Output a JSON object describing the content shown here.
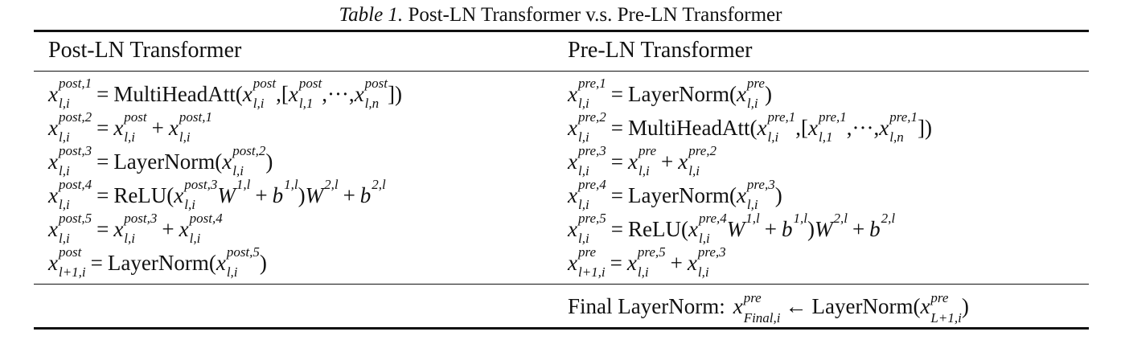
{
  "caption": {
    "label": "Table 1.",
    "text": "Post-LN Transformer v.s. Pre-LN Transformer"
  },
  "table": {
    "headers": [
      "Post-LN Transformer",
      "Pre-LN Transformer"
    ],
    "post_ln": [
      "x_{l,i}^{post,1} = MultiHeadAtt(x_{l,i}^{post}, [x_{l,1}^{post}, ···, x_{l,n}^{post}])",
      "x_{l,i}^{post,2} = x_{l,i}^{post} + x_{l,i}^{post,1}",
      "x_{l,i}^{post,3} = LayerNorm(x_{l,i}^{post,2})",
      "x_{l,i}^{post,4} = ReLU(x_{l,i}^{post,3} W^{1,l} + b^{1,l}) W^{2,l} + b^{2,l}",
      "x_{l,i}^{post,5} = x_{l,i}^{post,3} + x_{l,i}^{post,4}",
      "x_{l+1,i}^{post} = LayerNorm(x_{l,i}^{post,5})"
    ],
    "pre_ln": [
      "x_{l,i}^{pre,1} = LayerNorm(x_{l,i}^{pre})",
      "x_{l,i}^{pre,2} = MultiHeadAtt(x_{l,i}^{pre,1}, [x_{l,1}^{pre,1}, ···, x_{l,n}^{pre,1}])",
      "x_{l,i}^{pre,3} = x_{l,i}^{pre} + x_{l,i}^{pre,2}",
      "x_{l,i}^{pre,4} = LayerNorm(x_{l,i}^{pre,3})",
      "x_{l,i}^{pre,5} = ReLU(x_{l,i}^{pre,4} W^{1,l} + b^{1,l}) W^{2,l} + b^{2,l}",
      "x_{l+1,i}^{pre} = x_{l,i}^{pre,5} + x_{l,i}^{pre,3}"
    ],
    "final_row": "Final LayerNorm: x_{Final,i}^{pre} ← LayerNorm(x_{L+1,i}^{pre})"
  }
}
